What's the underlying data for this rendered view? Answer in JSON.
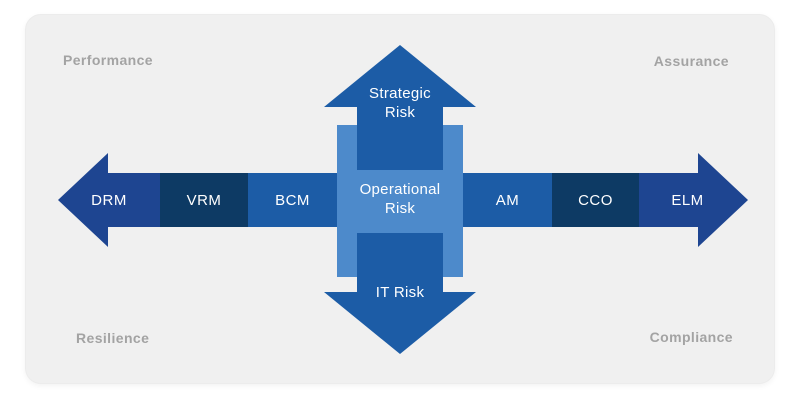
{
  "corner_labels": {
    "top_left": "Performance",
    "top_right": "Assurance",
    "bottom_left": "Resilience",
    "bottom_right": "Compliance"
  },
  "horizontal_axis": {
    "segments": [
      {
        "label": "DRM",
        "color": "#1e4591"
      },
      {
        "label": "VRM",
        "color": "#0d3a64"
      },
      {
        "label": "BCM",
        "color": "#1c5ca6"
      },
      {
        "label": "AM",
        "color": "#1c5ca6"
      },
      {
        "label": "CCO",
        "color": "#0d3a64"
      },
      {
        "label": "ELM",
        "color": "#1e4591"
      }
    ]
  },
  "vertical_axis": {
    "top": "Strategic Risk",
    "center": "Operational Risk",
    "bottom": "IT Risk"
  },
  "colors": {
    "navy": "#1e4591",
    "dark_navy": "#0d3a64",
    "medium_blue": "#1c5ca6",
    "light_blue": "#4d8acb",
    "card_background": "#f0f0f0",
    "quadrant_label_gray": "#a3a3a3",
    "label_text": "#ffffff"
  }
}
